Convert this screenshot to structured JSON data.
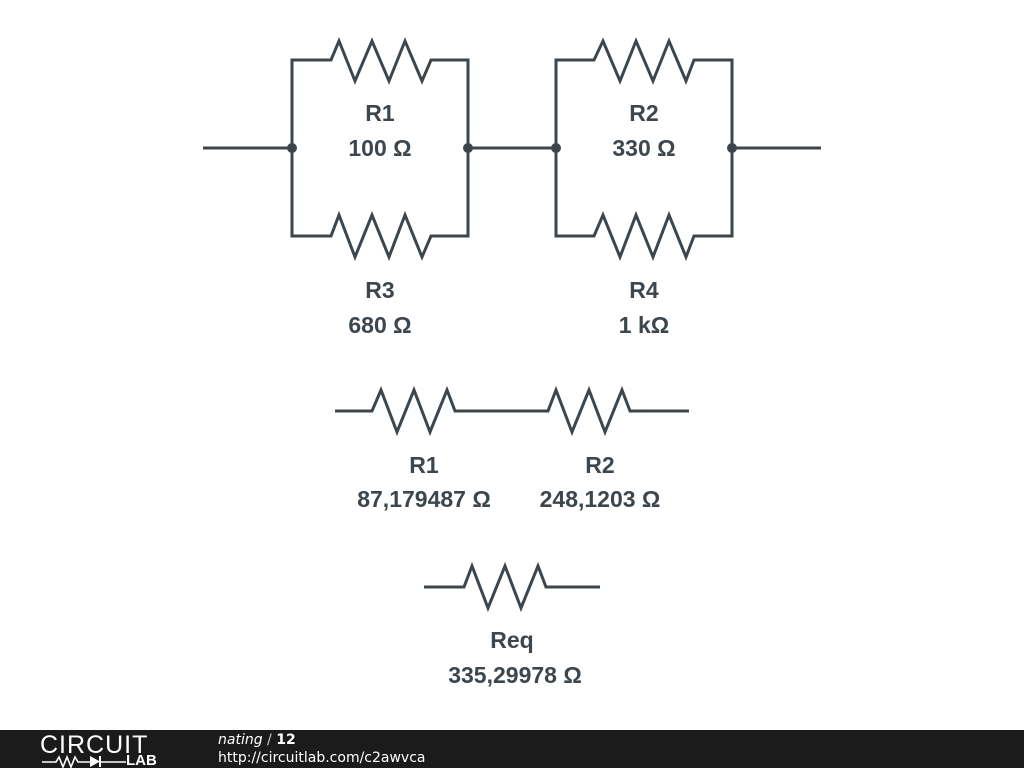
{
  "schematic": {
    "R1_top": {
      "name": "R1",
      "value": "100 Ω"
    },
    "R2_top": {
      "name": "R2",
      "value": "330 Ω"
    },
    "R3": {
      "name": "R3",
      "value": "680 Ω"
    },
    "R4": {
      "name": "R4",
      "value": "1 kΩ"
    },
    "R1_mid": {
      "name": "R1",
      "value": "87,179487 Ω"
    },
    "R2_mid": {
      "name": "R2",
      "value": "248,1203 Ω"
    },
    "Req": {
      "name": "Req",
      "value": "335,29978 Ω"
    }
  },
  "footer": {
    "logo_top": "CIRCUIT",
    "logo_bottom": "LAB",
    "circuit_name": "nating",
    "separator": "/",
    "circuit_id": "12",
    "url": "http://circuitlab.com/c2awvca"
  },
  "colors": {
    "wire": "#3d464d",
    "footer_bg": "#1b1b1b",
    "background": "#ffffff"
  }
}
